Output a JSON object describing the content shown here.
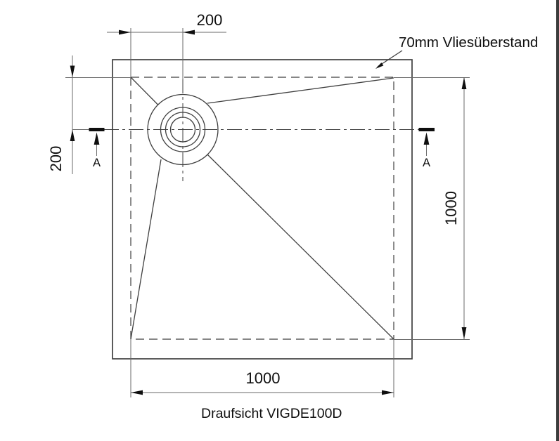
{
  "page": {
    "colors": {
      "line": "#3f3f3f",
      "dim": "#6a6a6a",
      "ink": "#0f0f0f",
      "frame": "#3c3c3c",
      "background": "#ffffff"
    }
  },
  "drawing": {
    "view_title": "Draufsicht VIGDE100D",
    "fleece_note": "70mm Vliesüberstand",
    "dimensions": {
      "drain_offset_x": "200",
      "drain_offset_y": "200",
      "height": "1000",
      "width": "1000"
    },
    "section_markers": {
      "left": "A",
      "right": "A"
    }
  }
}
